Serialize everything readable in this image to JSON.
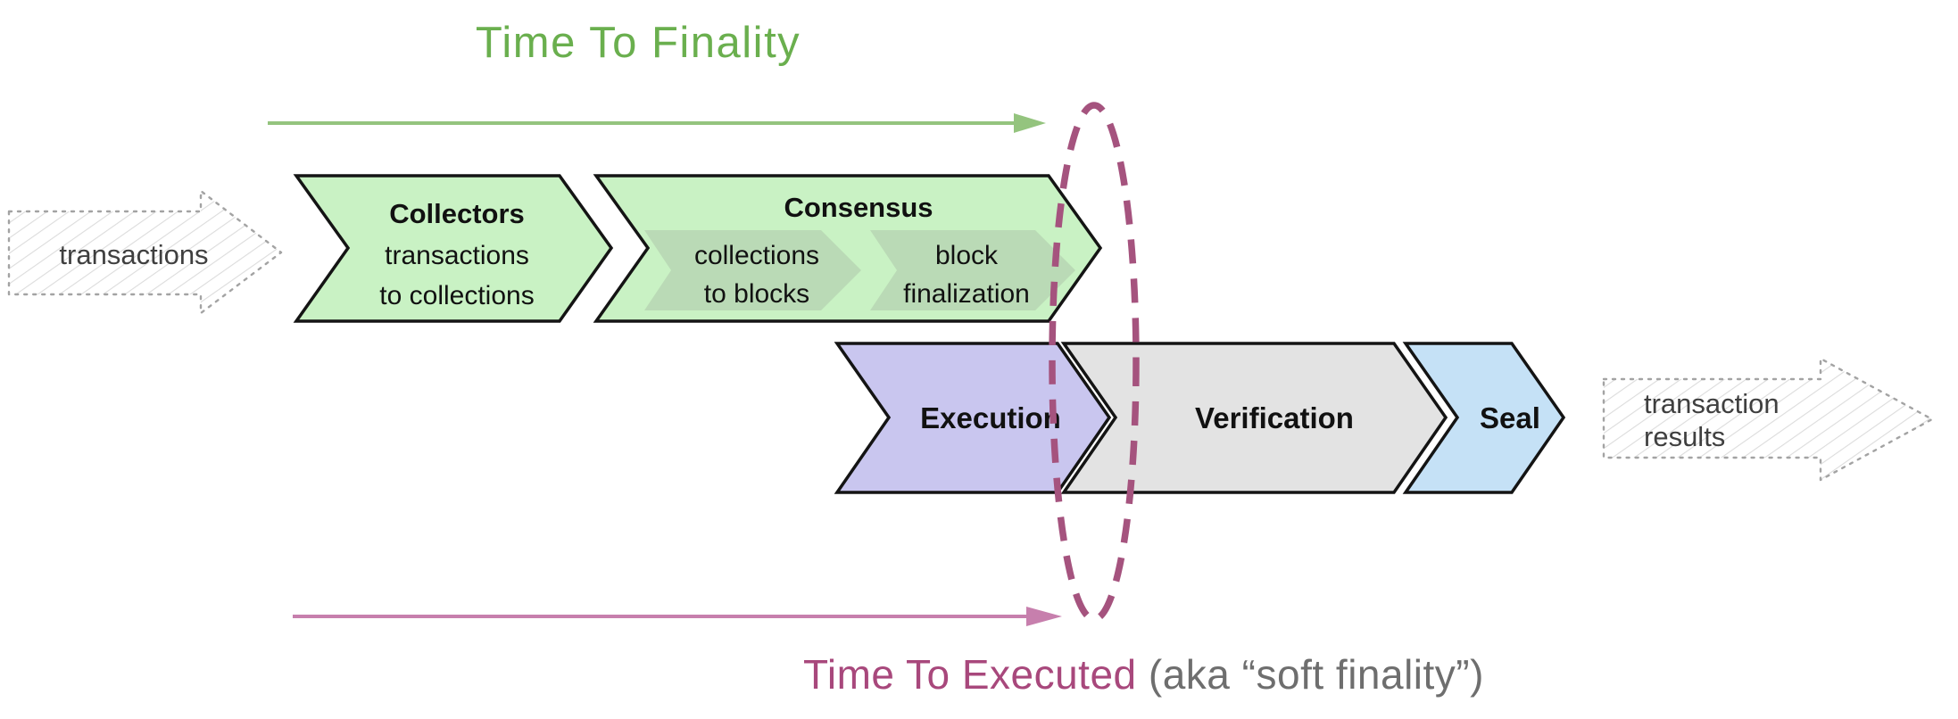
{
  "title": {
    "text": "Time To Finality"
  },
  "bottom_label": {
    "primary": "Time To Executed ",
    "secondary": "(aka “soft finality”)"
  },
  "input_arrow": {
    "label": "transactions"
  },
  "output_arrow": {
    "line1": "transaction",
    "line2": "results"
  },
  "stages": {
    "collectors": {
      "title": "Collectors",
      "subtitle_line1": "transactions",
      "subtitle_line2": "to collections"
    },
    "consensus": {
      "title": "Consensus",
      "sub_stages": [
        {
          "line1": "collections",
          "line2": "to blocks"
        },
        {
          "line1": "block",
          "line2": "finalization"
        }
      ]
    },
    "execution": {
      "title": "Execution"
    },
    "verification": {
      "title": "Verification"
    },
    "seal": {
      "title": "Seal"
    }
  },
  "colors": {
    "title_green": "#6aaf4e",
    "arrow_green": "#94c47e",
    "stage_green": "#c9f2c4",
    "stage_sub_green": "#b9d8b4",
    "stage_lavender": "#c9c6ef",
    "stage_gray": "#e3e3e3",
    "stage_blue": "#c5e1f6",
    "boundary_maroon": "#a5537e",
    "arrow_pink": "#c77fad",
    "executed_raspberry": "#a8487c",
    "note_gray": "#6e6e6e",
    "sketch_text_gray": "#3f3f3f"
  }
}
